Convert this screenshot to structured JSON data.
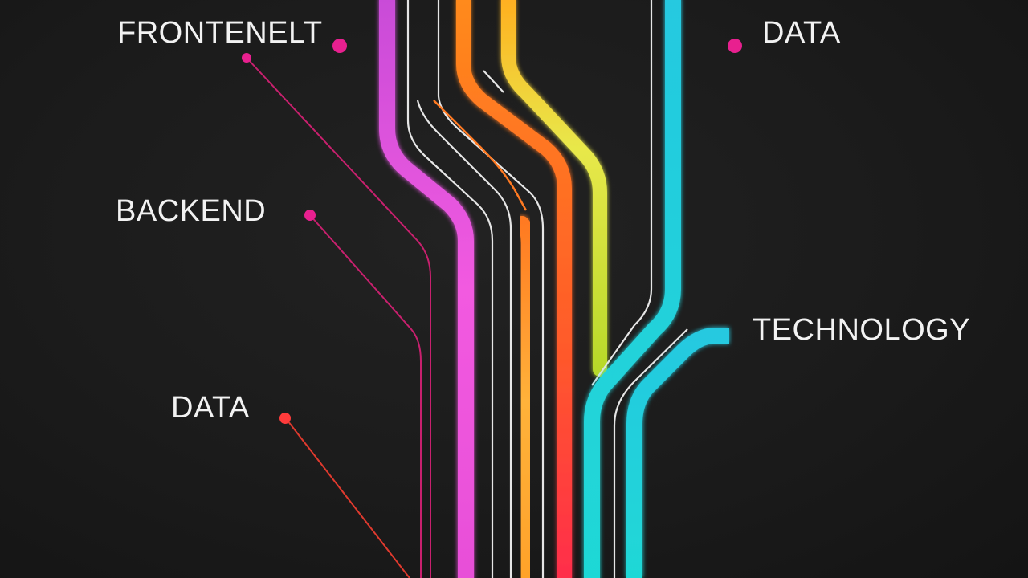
{
  "labels": {
    "frontend": "FRONTENELT",
    "backend": "BACKEND",
    "data_left": "DATA",
    "data_right": "DATA",
    "technology": "TECHNOLOGY"
  },
  "colors": {
    "background": "#181818",
    "magenta": "#f25ae0",
    "red": "#ff2d55",
    "orange": "#ff8a1c",
    "yellow_green": "#d6e63a",
    "cyan": "#22d3dc",
    "white_line": "#e8e8e8",
    "pink_dot": "#e8208f",
    "red_dot": "#ff3b3b"
  }
}
